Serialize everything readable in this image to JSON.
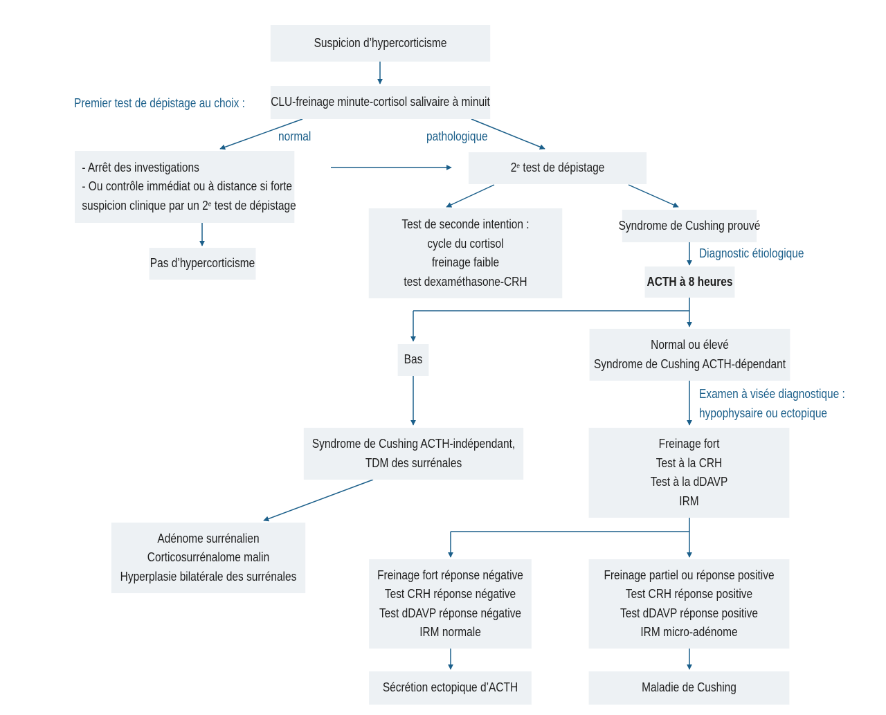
{
  "colors": {
    "box_fill": "#edf1f4",
    "text": "#1e1e1e",
    "accent": "#1b5f8a"
  },
  "labels": {
    "premier_test": "Premier test de dépistage au choix :",
    "normal": "normal",
    "pathologique": "pathologique",
    "diagnostic_etiologique": "Diagnostic étiologique",
    "examen_line1": "Examen à visée diagnostique :",
    "examen_line2": "hypophysaire ou ectopique"
  },
  "nodes": {
    "suspicion": "Suspicion d’hypercorticisme",
    "clu": "CLU-freinage minute-cortisol salivaire à minuit",
    "arret": {
      "line1": "- Arrêt des investigations",
      "line2": "- Ou contrôle immédiat ou à distance si forte",
      "line3_pre": "suspicion clinique par un 2",
      "line3_sup": "e",
      "line3_post": " test de dépistage"
    },
    "second_test": {
      "num": "2",
      "sup": "e",
      "rest": " test de dépistage"
    },
    "pas_hyper": "Pas d’hypercorticisme",
    "seconde_intention": [
      "Test de seconde intention :",
      "cycle du cortisol",
      "freinage faible",
      "test dexaméthasone-CRH"
    ],
    "cushing_prouve": "Syndrome de Cushing prouvé",
    "acth_8h": "ACTH à 8 heures",
    "bas": "Bas",
    "normal_eleve": [
      "Normal ou élevé",
      "Syndrome de Cushing ACTH-dépendant"
    ],
    "acth_independant": [
      "Syndrome de Cushing ACTH-indépendant,",
      "TDM des surrénales"
    ],
    "tests_dynamiques": [
      "Freinage fort",
      "Test à la CRH",
      "Test à la dDAVP",
      "IRM"
    ],
    "adenome": [
      "Adénome surrénalien",
      "Corticosurrénalome malin",
      "Hyperplasie bilatérale des surrénales"
    ],
    "negatif": [
      "Freinage fort réponse négative",
      "Test CRH réponse négative",
      "Test dDAVP réponse négative",
      "IRM normale"
    ],
    "positif": [
      "Freinage partiel ou réponse positive",
      "Test CRH réponse positive",
      "Test dDAVP réponse positive",
      "IRM micro-adénome"
    ],
    "ectopique": "Sécrétion ectopique d’ACTH",
    "maladie_cushing": "Maladie de Cushing"
  }
}
